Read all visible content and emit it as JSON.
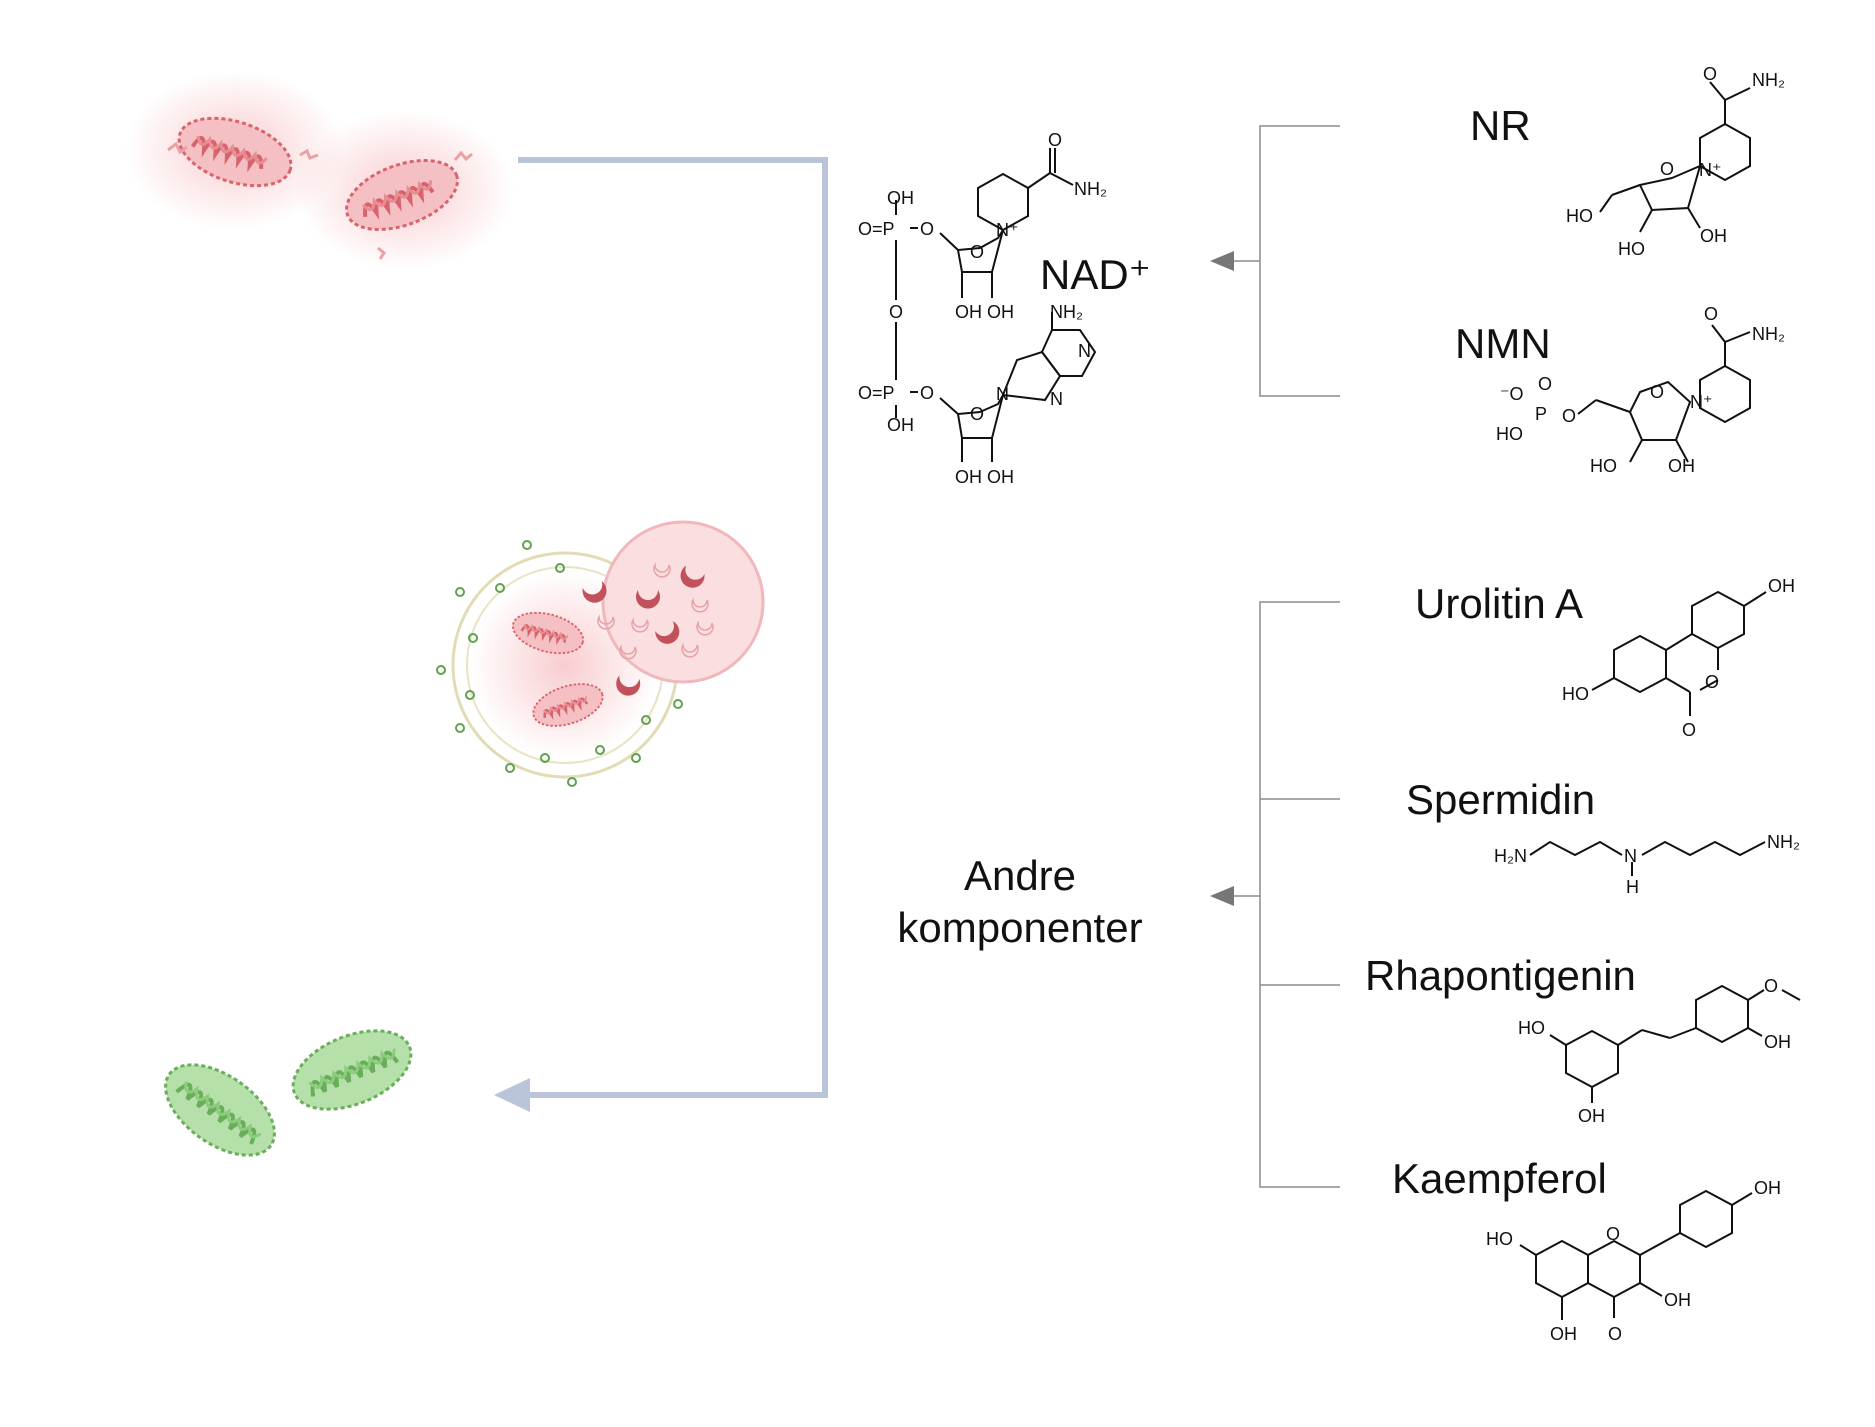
{
  "nad": {
    "label": "NAD⁺"
  },
  "andre": {
    "line1": "Andre",
    "line2": "komponenter"
  },
  "compounds": [
    {
      "name": "NR"
    },
    {
      "name": "NMN"
    },
    {
      "name": "Urolitin A"
    },
    {
      "name": "Spermidin"
    },
    {
      "name": "Rhapontigenin"
    },
    {
      "name": "Kaempferol"
    }
  ],
  "atoms": {
    "oh": "OH",
    "ho": "HO",
    "o": "O",
    "n": "N",
    "nplus": "N⁺",
    "h": "H",
    "nh2": "NH₂",
    "h2n": "H₂N",
    "p": "P",
    "ominus": "⁻O",
    "opo": "O=P",
    "o_eq": "O"
  },
  "colors": {
    "mito_damaged": "#e07f86",
    "mito_healthy": "#8cc97e",
    "lysosome": "#f6c9cc",
    "arrow_main": "#b9c4d8",
    "bracket": "#8c8c8c"
  }
}
